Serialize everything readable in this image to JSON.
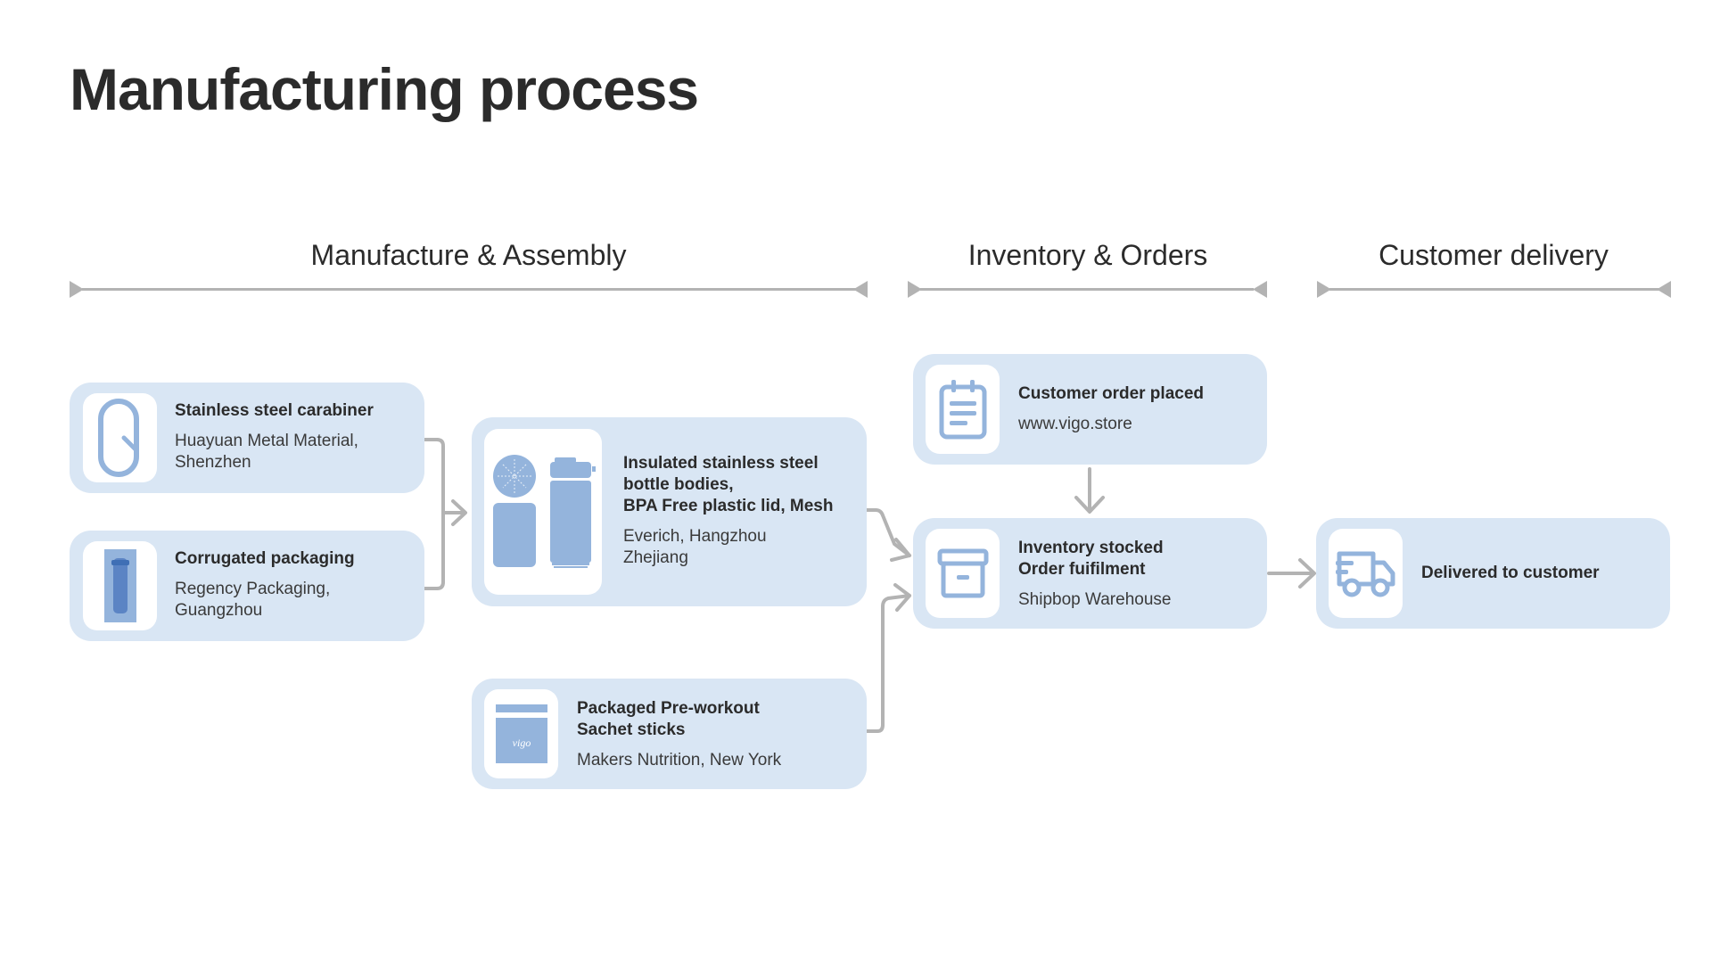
{
  "title": "Manufacturing process",
  "sections": [
    {
      "label": "Manufacture & Assembly"
    },
    {
      "label": "Inventory & Orders"
    },
    {
      "label": "Customer delivery"
    }
  ],
  "nodes": {
    "carabiner": {
      "title": [
        "Stainless steel carabiner"
      ],
      "subtitle": [
        "Huayuan Metal Material,",
        "Shenzhen"
      ],
      "icon": "carabiner-icon"
    },
    "packaging": {
      "title": [
        "Corrugated packaging"
      ],
      "subtitle": [
        "Regency Packaging,",
        "Guangzhou"
      ],
      "icon": "bottle-box-icon"
    },
    "bottle": {
      "title": [
        "Insulated stainless steel",
        "bottle bodies,",
        "BPA Free plastic lid, Mesh"
      ],
      "subtitle": [
        "Everich, Hangzhou",
        "Zhejiang"
      ],
      "icon": "bottle-parts-icon"
    },
    "sachet": {
      "title": [
        "Packaged Pre-workout",
        "Sachet sticks"
      ],
      "subtitle": [
        "Makers Nutrition, New York"
      ],
      "icon": "sachet-icon",
      "sachet_brand": "vigo"
    },
    "order": {
      "title": [
        "Customer order placed"
      ],
      "subtitle": [
        "www.vigo.store"
      ],
      "icon": "clipboard-icon"
    },
    "inventory": {
      "title": [
        "Inventory stocked",
        "Order fuifilment"
      ],
      "subtitle": [
        "Shipbop Warehouse"
      ],
      "icon": "archive-box-icon"
    },
    "delivery": {
      "title": [
        "Delivered to customer"
      ],
      "subtitle": [],
      "icon": "delivery-truck-icon"
    }
  },
  "colors": {
    "card_bg": "#d9e6f4",
    "icon_blue": "#94b4dc",
    "icon_dark_blue": "#5b84c4",
    "connector_gray": "#b3b3b3",
    "text_dark": "#2b2b2b"
  }
}
